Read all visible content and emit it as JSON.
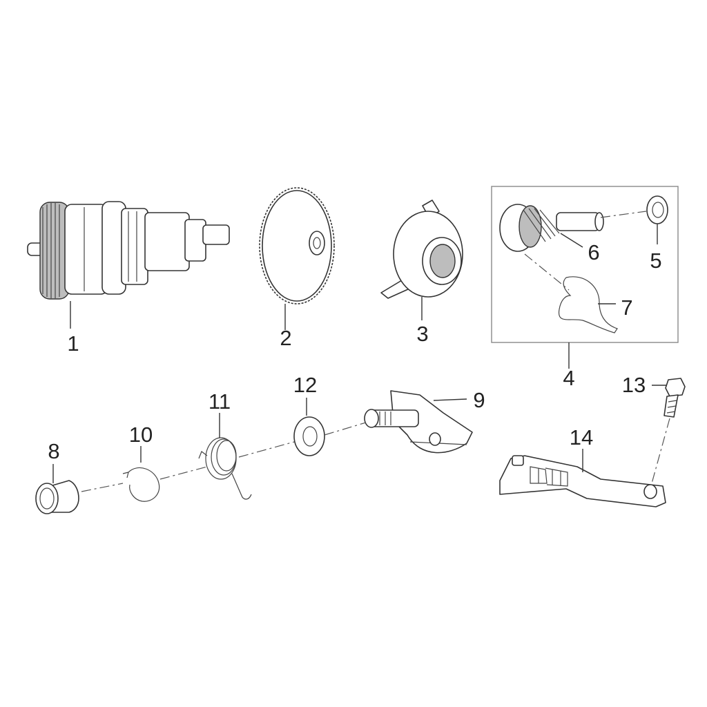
{
  "diagram": {
    "callouts": [
      {
        "id": "c1",
        "label": "1"
      },
      {
        "id": "c2",
        "label": "2"
      },
      {
        "id": "c3",
        "label": "3"
      },
      {
        "id": "c4",
        "label": "4"
      },
      {
        "id": "c5",
        "label": "5"
      },
      {
        "id": "c6",
        "label": "6"
      },
      {
        "id": "c7",
        "label": "7"
      },
      {
        "id": "c8",
        "label": "8"
      },
      {
        "id": "c9",
        "label": "9"
      },
      {
        "id": "c10",
        "label": "10"
      },
      {
        "id": "c11",
        "label": "11"
      },
      {
        "id": "c12",
        "label": "12"
      },
      {
        "id": "c13",
        "label": "13"
      },
      {
        "id": "c14",
        "label": "14"
      }
    ],
    "colors": {
      "line": "#333333",
      "background": "#ffffff",
      "fill_shade": "#bdbdbd"
    }
  }
}
